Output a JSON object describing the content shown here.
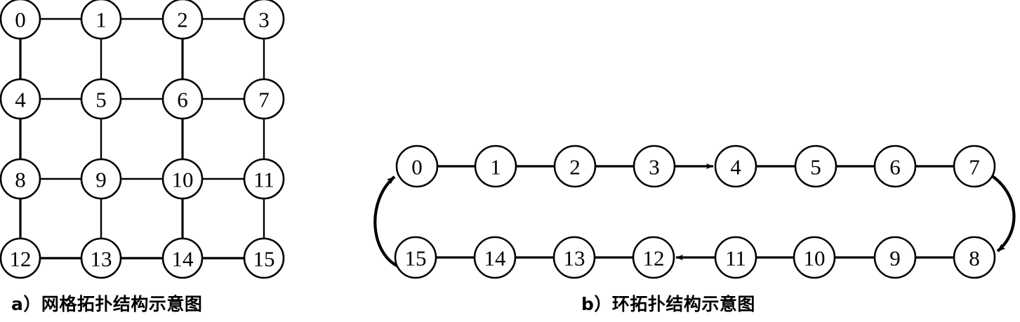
{
  "figure": {
    "panels": [
      {
        "id": "mesh",
        "caption": "a）网格拓扑结构示意图",
        "topology": "mesh",
        "rows": 4,
        "cols": 4,
        "nodes": [
          "0",
          "1",
          "2",
          "3",
          "4",
          "5",
          "6",
          "7",
          "8",
          "9",
          "10",
          "11",
          "12",
          "13",
          "14",
          "15"
        ],
        "edges_horizontal": [
          [
            "0",
            "1"
          ],
          [
            "1",
            "2"
          ],
          [
            "2",
            "3"
          ],
          [
            "4",
            "5"
          ],
          [
            "5",
            "6"
          ],
          [
            "6",
            "7"
          ],
          [
            "8",
            "9"
          ],
          [
            "9",
            "10"
          ],
          [
            "10",
            "11"
          ],
          [
            "12",
            "13"
          ],
          [
            "13",
            "14"
          ],
          [
            "14",
            "15"
          ]
        ],
        "edges_vertical": [
          [
            "0",
            "4"
          ],
          [
            "1",
            "5"
          ],
          [
            "2",
            "6"
          ],
          [
            "3",
            "7"
          ],
          [
            "4",
            "8"
          ],
          [
            "5",
            "9"
          ],
          [
            "6",
            "10"
          ],
          [
            "7",
            "11"
          ],
          [
            "8",
            "12"
          ],
          [
            "9",
            "13"
          ],
          [
            "10",
            "14"
          ],
          [
            "11",
            "15"
          ]
        ]
      },
      {
        "id": "ring",
        "caption": "b）环拓扑结构示意图",
        "topology": "ring",
        "top_row": [
          "0",
          "1",
          "2",
          "3",
          "4",
          "5",
          "6",
          "7"
        ],
        "bottom_row": [
          "15",
          "14",
          "13",
          "12",
          "11",
          "10",
          "9",
          "8"
        ],
        "directed_edges": [
          {
            "from": "3",
            "to": "4",
            "style": "straight-arrow"
          },
          {
            "from": "7",
            "to": "8",
            "style": "curved-arrow-right"
          },
          {
            "from": "11",
            "to": "12",
            "style": "straight-arrow"
          },
          {
            "from": "15",
            "to": "0",
            "style": "curved-arrow-left"
          }
        ],
        "plain_edges": [
          [
            "0",
            "1"
          ],
          [
            "1",
            "2"
          ],
          [
            "2",
            "3"
          ],
          [
            "4",
            "5"
          ],
          [
            "5",
            "6"
          ],
          [
            "6",
            "7"
          ],
          [
            "15",
            "14"
          ],
          [
            "14",
            "13"
          ],
          [
            "13",
            "12"
          ],
          [
            "11",
            "10"
          ],
          [
            "10",
            "9"
          ],
          [
            "9",
            "8"
          ]
        ]
      }
    ],
    "colors": {
      "background": "#ffffff",
      "stroke": "#000000",
      "node_fill": "#ffffff",
      "text": "#000000"
    }
  }
}
